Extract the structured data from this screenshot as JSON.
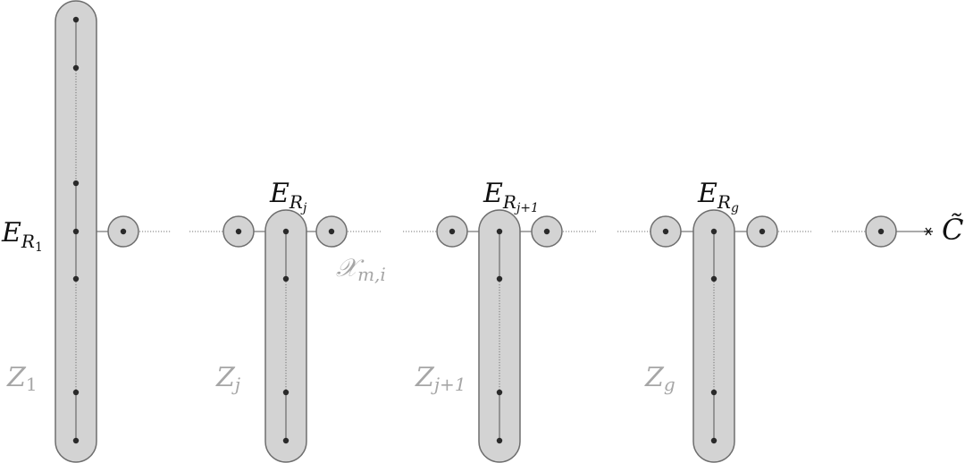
{
  "labels": {
    "e_r1": {
      "base": "E",
      "sub": "R",
      "subsub": "1"
    },
    "e_rj": {
      "base": "E",
      "sub": "R",
      "subsub": "j"
    },
    "e_rj1": {
      "base": "E",
      "sub": "R",
      "subsub": "j+1"
    },
    "e_rg": {
      "base": "E",
      "sub": "R",
      "subsub": "g"
    },
    "x_mi": {
      "base": "𝒳",
      "sub": "m,i"
    },
    "c_tilde": {
      "base": "C̃"
    },
    "z_1": {
      "base": "Z",
      "sub": "1"
    },
    "z_j": {
      "base": "Z",
      "sub": "j"
    },
    "z_j1": {
      "base": "Z",
      "sub": "j+1"
    },
    "z_g": {
      "base": "Z",
      "sub": "g"
    }
  },
  "colors": {
    "capsule_fill": "#d3d3d3",
    "capsule_stroke": "#6e6e6e",
    "node": "#2a2a2a",
    "label_dark": "#111111",
    "label_gray": "#a6a6a6"
  }
}
